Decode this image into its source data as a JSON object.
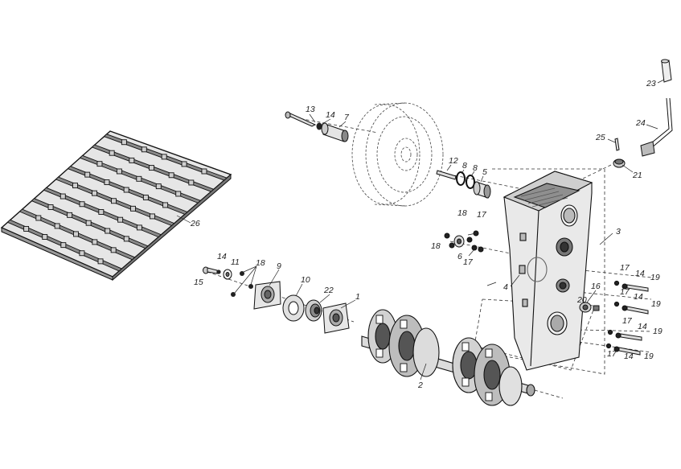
{
  "diagram": {
    "callouts": [
      {
        "id": "c13",
        "text": "13"
      },
      {
        "id": "c14a",
        "text": "14"
      },
      {
        "id": "c7",
        "text": "7"
      },
      {
        "id": "c12",
        "text": "12"
      },
      {
        "id": "c8a",
        "text": "8"
      },
      {
        "id": "c8b",
        "text": "8"
      },
      {
        "id": "c5",
        "text": "5"
      },
      {
        "id": "c23",
        "text": "23"
      },
      {
        "id": "c24",
        "text": "24"
      },
      {
        "id": "c25",
        "text": "25"
      },
      {
        "id": "c21",
        "text": "21"
      },
      {
        "id": "c26",
        "text": "26"
      },
      {
        "id": "c18a",
        "text": "18"
      },
      {
        "id": "c17a",
        "text": "17"
      },
      {
        "id": "c18b",
        "text": "18"
      },
      {
        "id": "c6",
        "text": "6"
      },
      {
        "id": "c17b",
        "text": "17"
      },
      {
        "id": "c3",
        "text": "3"
      },
      {
        "id": "c4",
        "text": "4"
      },
      {
        "id": "c14b",
        "text": "14"
      },
      {
        "id": "c11",
        "text": "11"
      },
      {
        "id": "c18c",
        "text": "18"
      },
      {
        "id": "c9",
        "text": "9"
      },
      {
        "id": "c15",
        "text": "15"
      },
      {
        "id": "c10",
        "text": "10"
      },
      {
        "id": "c22",
        "text": "22"
      },
      {
        "id": "c1",
        "text": "1"
      },
      {
        "id": "c16",
        "text": "16"
      },
      {
        "id": "c20",
        "text": "20"
      },
      {
        "id": "c17c",
        "text": "17"
      },
      {
        "id": "c14c",
        "text": "14"
      },
      {
        "id": "c19a",
        "text": "19"
      },
      {
        "id": "c17d",
        "text": "17"
      },
      {
        "id": "c14d",
        "text": "14"
      },
      {
        "id": "c19b",
        "text": "19"
      },
      {
        "id": "c17e",
        "text": "17"
      },
      {
        "id": "c14e",
        "text": "14"
      },
      {
        "id": "c19c",
        "text": "19"
      },
      {
        "id": "c17f",
        "text": "17"
      },
      {
        "id": "c14f",
        "text": "14"
      },
      {
        "id": "c19d",
        "text": "19"
      },
      {
        "id": "c2",
        "text": "2"
      }
    ]
  }
}
